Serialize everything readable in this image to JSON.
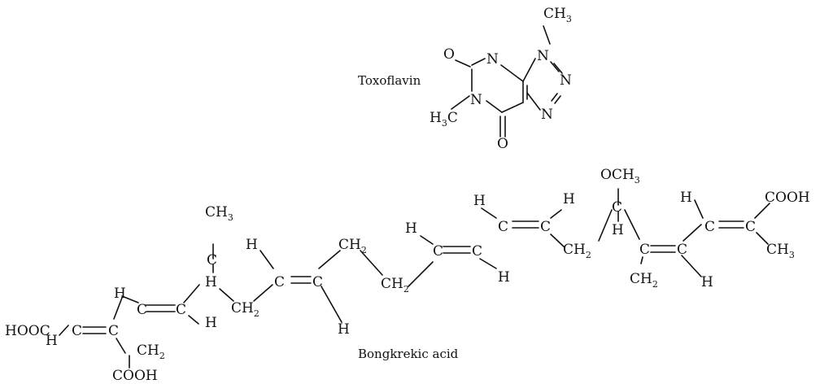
{
  "captions": {
    "toxoflavin": "Toxoflavin",
    "bongkrekic": "Bongkrekic acid"
  },
  "toxoflavin": {
    "ch3_top": "CH",
    "n1": "N",
    "n2": "N",
    "n3": "N",
    "n4": "N",
    "n5": "N",
    "o1": "O",
    "o2": "O",
    "h3c": "H",
    "h3c_c": "C",
    "three": "3"
  },
  "bongkrekic": {
    "hooc": "HOOC",
    "cooh_bottom": "COOH",
    "cooh_right": "COOH",
    "och3": "OCH",
    "ch3": "CH",
    "ch2": "CH",
    "c": "C",
    "h": "H",
    "two": "2",
    "three": "3"
  },
  "colors": {
    "ink": "#111111",
    "background": "#ffffff"
  }
}
